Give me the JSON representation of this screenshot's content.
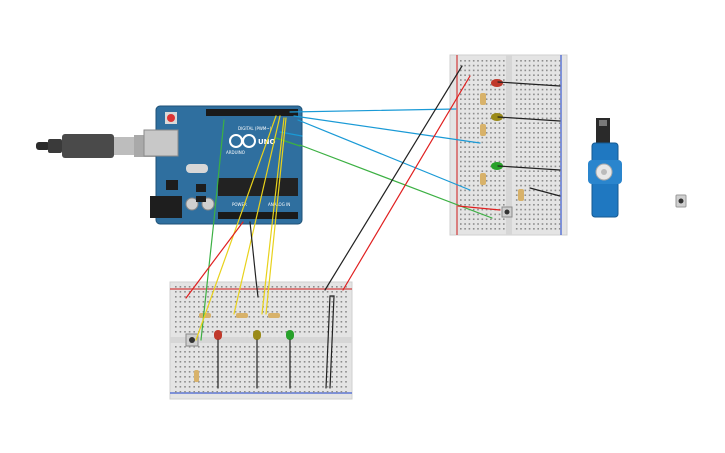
{
  "arduino": {
    "brand": "ARDUINO",
    "model": "UNO",
    "label_digital": "DIGITAL (PWM~)",
    "label_power": "POWER",
    "label_analog": "ANALOG IN",
    "color_board": "#2f6f9f"
  },
  "components": {
    "servo_color": "#1f78c1",
    "led_colors": [
      "#c0392b",
      "#9a8a18",
      "#27a12a"
    ],
    "wire_colors": {
      "blue": "#1a9ad6",
      "green": "#3cb043",
      "yellow": "#e8d21c",
      "red": "#e02020",
      "black": "#222222"
    }
  }
}
